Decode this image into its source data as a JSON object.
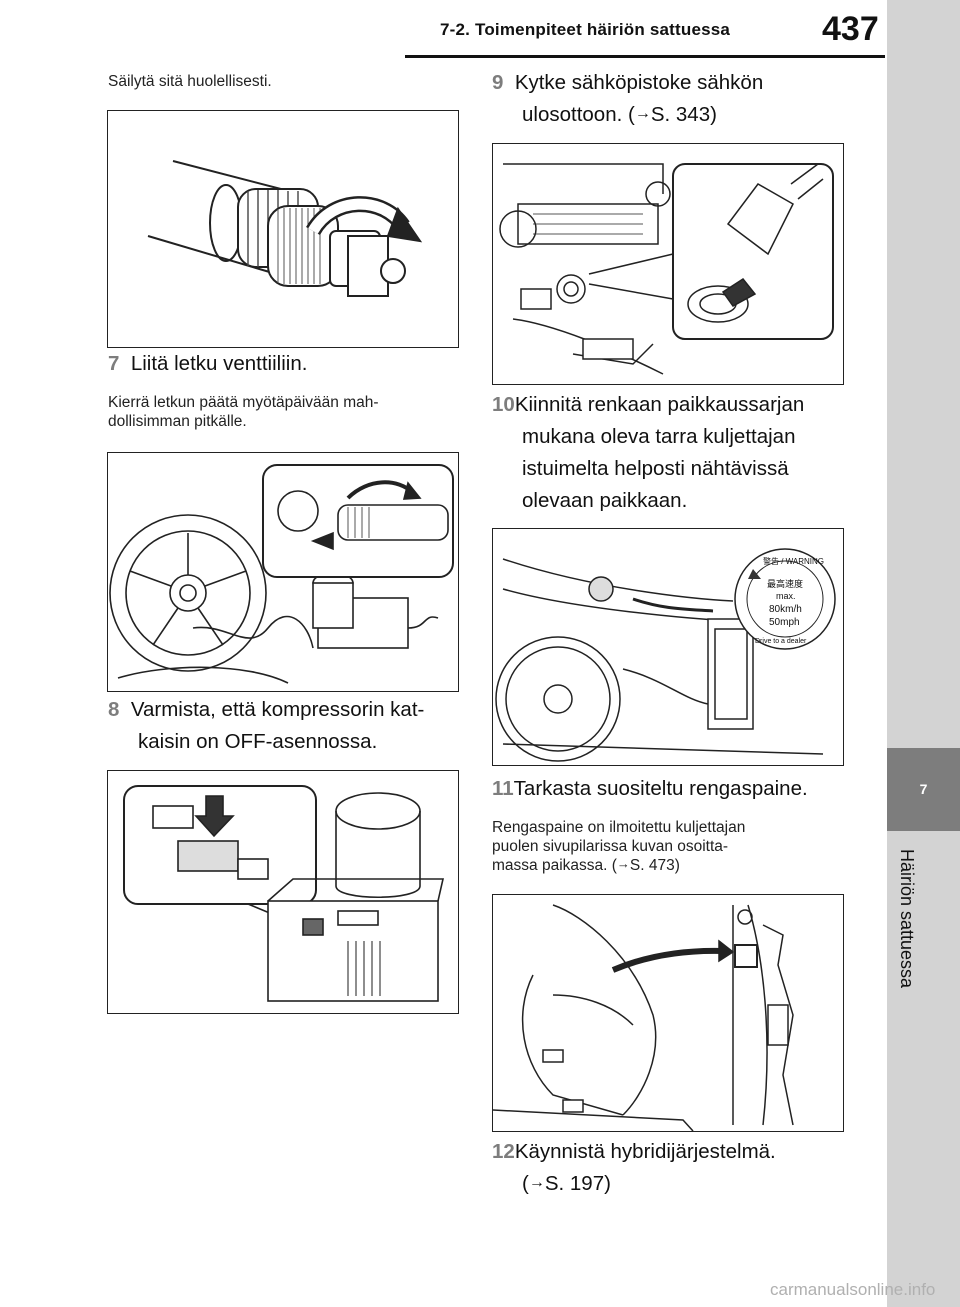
{
  "header": {
    "section_title": "7-2. Toimenpiteet häiriön sattuessa",
    "page_number": "437"
  },
  "side_tab": {
    "chapter_number": "7",
    "chapter_title": "Häiriön sattuessa"
  },
  "left_column": {
    "intro_note": "Säilytä sitä huolellisesti.",
    "step7": {
      "num": "7",
      "text": "Liitä letku venttiiliin."
    },
    "step7_note_line1": "Kierrä letkun päätä myötäpäivään mah-",
    "step7_note_line2": "dollisimman pitkälle.",
    "step8": {
      "num": "8",
      "line1": "Varmista, että kompressorin kat-",
      "line2": "kaisin on OFF-asennossa."
    }
  },
  "right_column": {
    "step9": {
      "num": "9",
      "line1": "Kytke sähköpistoke sähkön",
      "line2_pre": "ulosottoon. (",
      "line2_ref": "S. 343)"
    },
    "step10": {
      "num": "10",
      "line1": "Kiinnitä renkaan paikkaussarjan",
      "line2": "mukana oleva tarra kuljettajan",
      "line3": "istuimelta helposti nähtävissä",
      "line4": "olevaan paikkaan."
    },
    "step11": {
      "num": "11",
      "text": "Tarkasta suositeltu rengaspaine."
    },
    "step11_note_line1": "Rengaspaine on ilmoitettu kuljettajan",
    "step11_note_line2": "puolen sivupilarissa kuvan osoitta-",
    "step11_note_line3_pre": "massa paikassa. (",
    "step11_note_line3_ref": "S. 473)",
    "step12": {
      "num": "12",
      "line1": "Käynnistä hybridijärjestelmä.",
      "line2_pre": "(",
      "line2_ref": "S. 197)"
    }
  },
  "sticker": {
    "warning": "警告 / WARNING",
    "speed_label": "最高速度",
    "max": "max.",
    "kmh": "80km/h",
    "mph": "50mph",
    "bottom_text": "Drive to a dealer"
  },
  "icons": {
    "ref_arrow": "→",
    "hose-icon": "hose-nozzle-illustration",
    "wheel-icon": "tire-with-compressor-illustration"
  },
  "watermark": "carmanualsonline.info",
  "colors": {
    "step_number": "#7d7d7d",
    "side_strip": "#d3d3d3",
    "chapter_box": "#7d7d7d"
  }
}
